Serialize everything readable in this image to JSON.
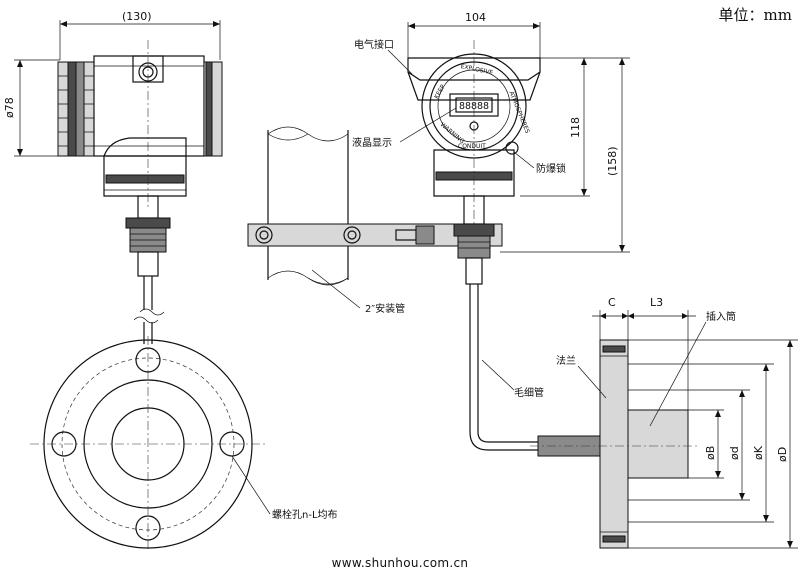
{
  "unit_label": "单位：mm",
  "website": "www.shunhou.com.cn",
  "dimensions": {
    "width_130": "(130)",
    "dia_78": "ø78",
    "width_104": "104",
    "height_118": "118",
    "height_158": "(158)",
    "c": "C",
    "l3": "L3",
    "dia_b": "øB",
    "dia_d": "ød",
    "dia_k": "øK",
    "dia_D": "øD"
  },
  "labels": {
    "electrical_interface": "电气接口",
    "lcd_display": "液晶显示",
    "explosion_lock": "防爆锁",
    "pipe_2inch": "2″安装管",
    "insertion_tube": "插入筒",
    "flange": "法兰",
    "capillary": "毛细管",
    "bolt_holes": "螺栓孔n-L均布"
  },
  "housing_text": {
    "explosive": "EXPLOSIVE",
    "atmospheres": "ATMOSPHERES",
    "conduit": "CONDUIT",
    "warning": "WARNING",
    "keep": "KEEP",
    "lcd_digits": "88888"
  }
}
